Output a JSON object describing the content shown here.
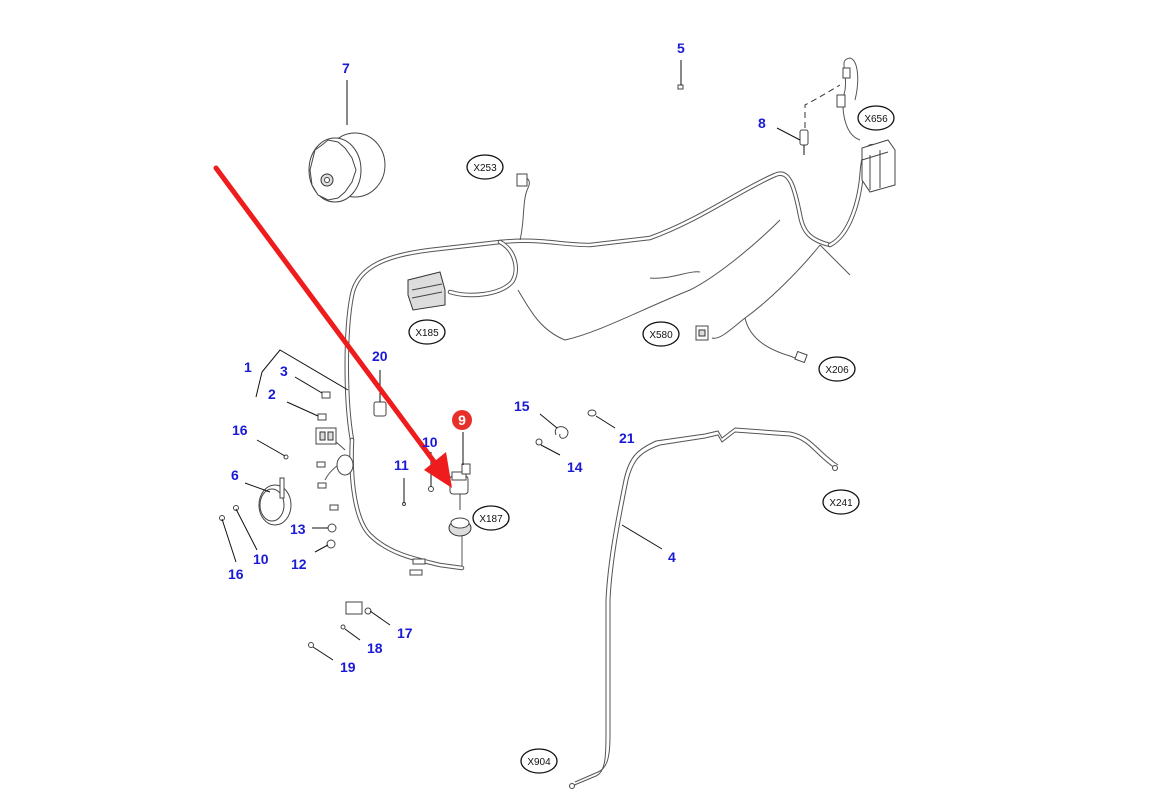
{
  "diagram": {
    "title": "Electrical wiring harness exploded parts diagram",
    "colors": {
      "label": "#1a1ad6",
      "highlight": "#e8302a",
      "arrow": "#ee1c1c",
      "line": "#111111"
    },
    "highlighted_part": "9",
    "part_labels": [
      {
        "id": "1",
        "text": "1"
      },
      {
        "id": "2",
        "text": "2"
      },
      {
        "id": "3",
        "text": "3"
      },
      {
        "id": "4",
        "text": "4"
      },
      {
        "id": "5",
        "text": "5"
      },
      {
        "id": "6",
        "text": "6"
      },
      {
        "id": "7",
        "text": "7"
      },
      {
        "id": "8",
        "text": "8"
      },
      {
        "id": "9",
        "text": "9"
      },
      {
        "id": "10a",
        "text": "10"
      },
      {
        "id": "10b",
        "text": "10"
      },
      {
        "id": "11",
        "text": "11"
      },
      {
        "id": "12",
        "text": "12"
      },
      {
        "id": "13",
        "text": "13"
      },
      {
        "id": "14",
        "text": "14"
      },
      {
        "id": "15",
        "text": "15"
      },
      {
        "id": "16a",
        "text": "16"
      },
      {
        "id": "16b",
        "text": "16"
      },
      {
        "id": "17",
        "text": "17"
      },
      {
        "id": "18",
        "text": "18"
      },
      {
        "id": "19",
        "text": "19"
      },
      {
        "id": "20",
        "text": "20"
      },
      {
        "id": "21",
        "text": "21"
      }
    ],
    "connectors": [
      {
        "id": "X253",
        "text": "X253"
      },
      {
        "id": "X656",
        "text": "X656"
      },
      {
        "id": "X185",
        "text": "X185"
      },
      {
        "id": "X580",
        "text": "X580"
      },
      {
        "id": "X206",
        "text": "X206"
      },
      {
        "id": "X187",
        "text": "X187"
      },
      {
        "id": "X241",
        "text": "X241"
      },
      {
        "id": "X904",
        "text": "X904"
      }
    ]
  }
}
